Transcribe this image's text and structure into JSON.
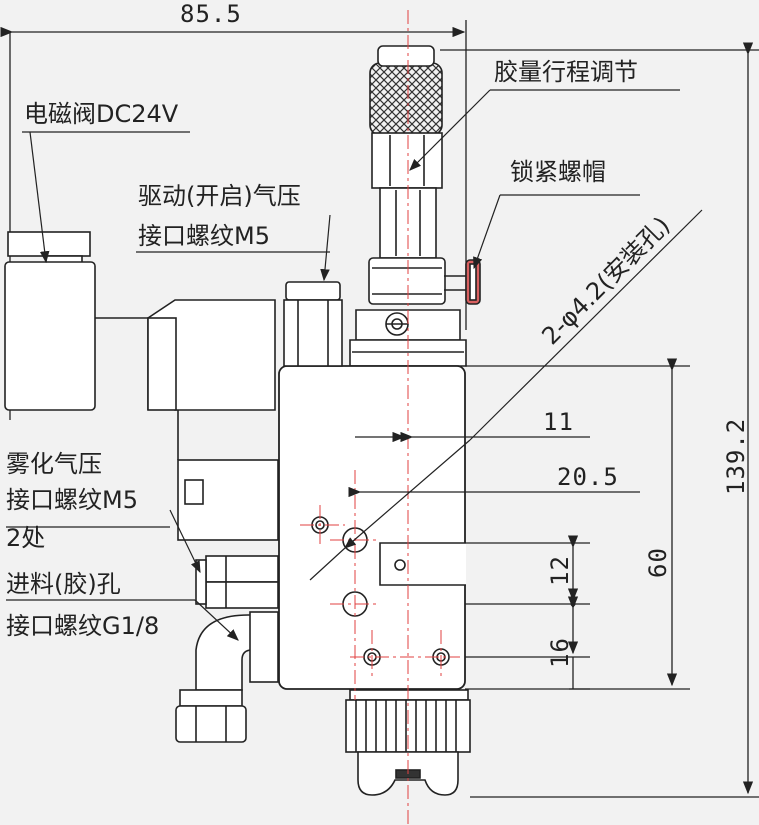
{
  "dimensions": {
    "overall_width": "85.5",
    "overall_height": "139.2",
    "body_height": "60",
    "offset_11": "11",
    "offset_20_5": "20.5",
    "vertical_12": "12",
    "vertical_16": "16"
  },
  "callouts": {
    "micrometer": "胶量行程调节",
    "lock_nut": "锁紧螺帽",
    "solenoid": "电磁阀DC24V",
    "drive_port_line1": "驱动(开启)气压",
    "drive_port_line2": "接口螺纹M5",
    "mounting_holes": "2-φ4.2(安装孔)",
    "atomize_line1": "雾化气压",
    "atomize_line2": "接口螺纹M5",
    "atomize_line3": "2处",
    "feed_line1": "进料(胶)孔",
    "feed_line2": "接口螺纹G1/8"
  },
  "colors": {
    "line": "#222222",
    "centerline": "#e04040",
    "background": "#f2f2f2",
    "lock_nut": "#d96060"
  }
}
